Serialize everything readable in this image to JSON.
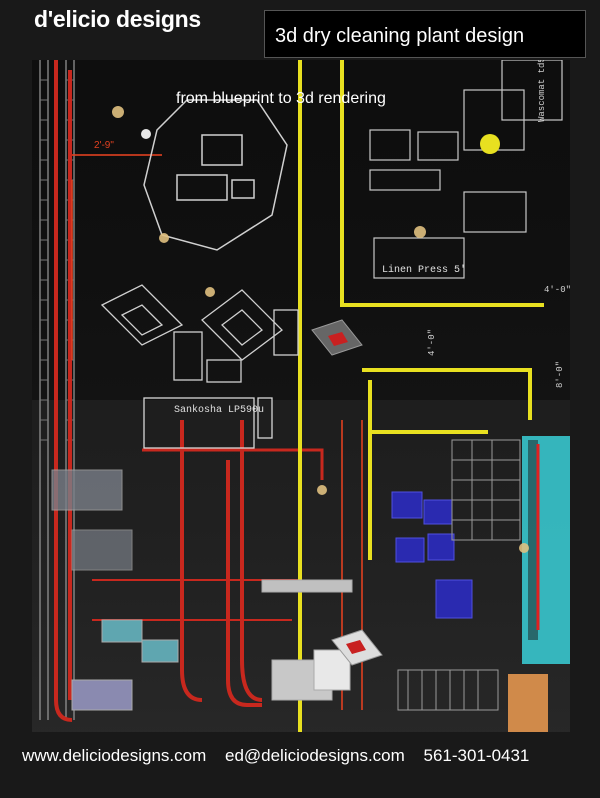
{
  "header": {
    "brand": "d'elicio designs",
    "title": "3d dry cleaning plant design",
    "subtitle": "from blueprint to 3d rendering"
  },
  "blueprint_labels": {
    "dim_left": "2'-9\"",
    "linen_press": "Linen Press 5'",
    "sankosha": "Sankosha LP590u",
    "wascomat": "Wascomat td5",
    "dim_4ft": "4'-0\"",
    "dim_8ft": "8'-0\"",
    "dim_4ft_mid": "4'-0\""
  },
  "footer": {
    "website": "www.deliciodesigns.com",
    "email": "ed@deliciodesigns.com",
    "phone": "561-301-0431"
  },
  "colors": {
    "background": "#191919",
    "blueprint_line": "#cfcfcf",
    "pipe_red": "#c8281e",
    "yellow_line": "#e8e020",
    "blue_machine": "#2a2ab0",
    "teal_panel": "#3ad0d8"
  }
}
